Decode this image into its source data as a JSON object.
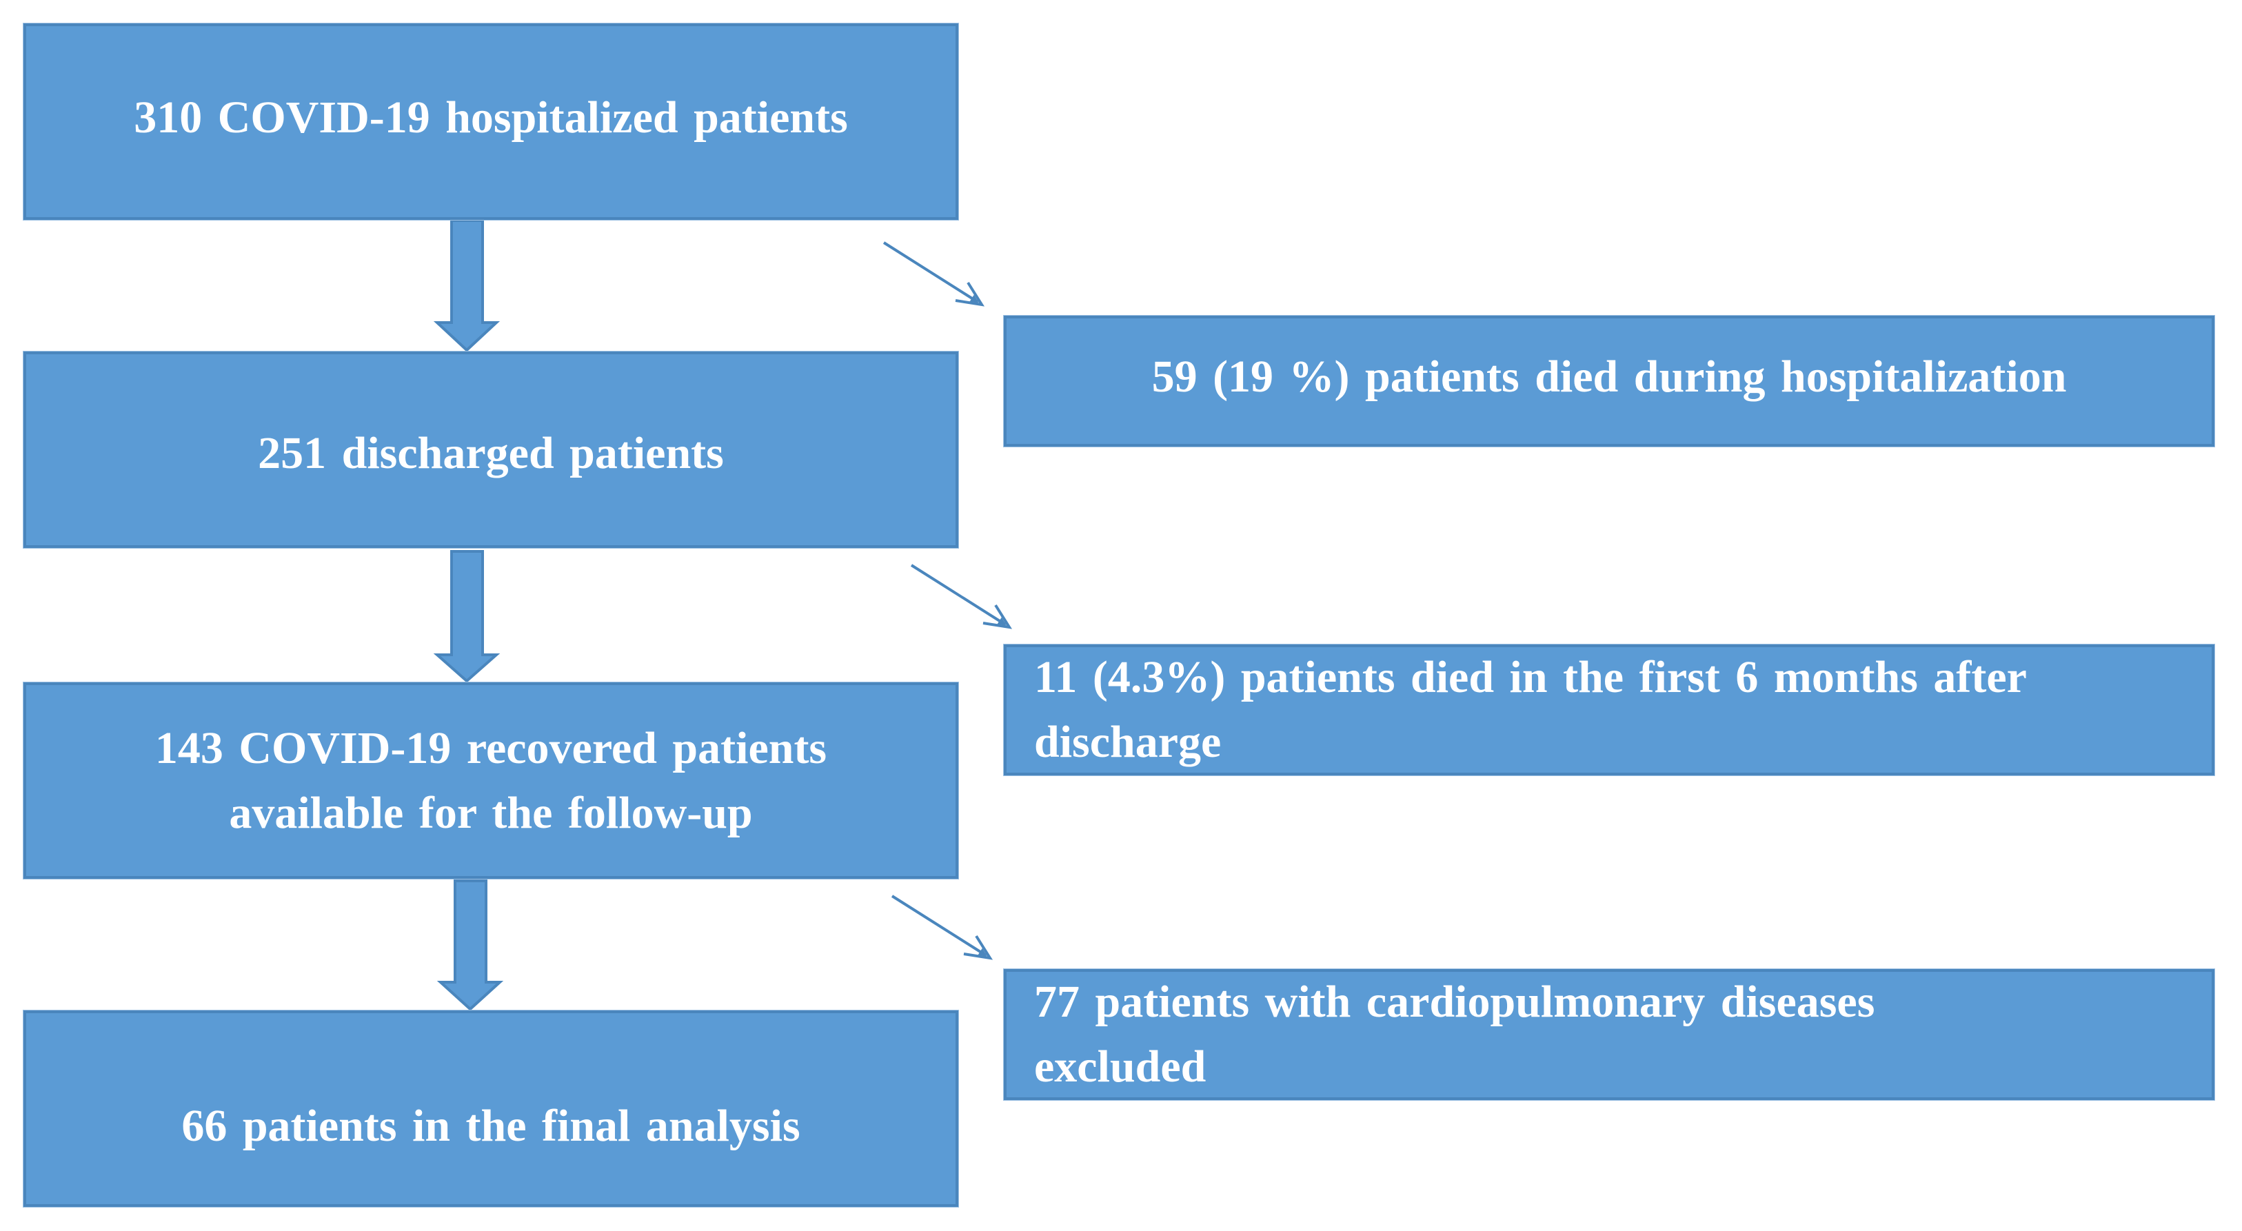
{
  "flow": {
    "main": [
      {
        "text": "310 COVID-19 hospitalized  patients"
      },
      {
        "text": "251 discharged  patients"
      },
      {
        "line1": "143 COVID-19 recovered patients",
        "line2": "available for the follow-up"
      },
      {
        "text": "66 patients in the final analysis"
      }
    ],
    "side": [
      {
        "text": "59 (19 %) patients died during  hospitalization"
      },
      {
        "line1": "11 (4.3%) patients died in the first 6 months  after",
        "line2": "discharge"
      },
      {
        "line1": "77 patients with  cardiopulmonary  diseases",
        "line2": "excluded"
      }
    ]
  },
  "colors": {
    "box_fill": "#5b9bd5",
    "box_border": "#4a86bd",
    "arrow": "#4a86bd",
    "text": "#ffffff"
  }
}
